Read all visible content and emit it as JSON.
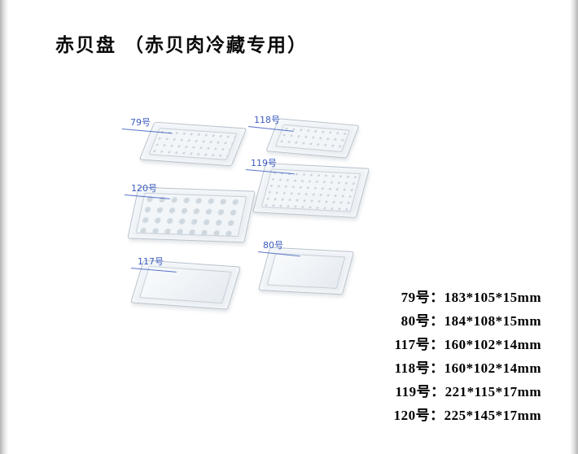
{
  "page": {
    "title": "赤贝盘 （赤贝肉冷藏专用）"
  },
  "colors": {
    "label_blue": "#3c5cc0",
    "text": "#000000"
  },
  "trays": [
    {
      "label": "79号"
    },
    {
      "label": "118号"
    },
    {
      "label": "119号"
    },
    {
      "label": "120号"
    },
    {
      "label": "80号"
    },
    {
      "label": "117号"
    }
  ],
  "specs": [
    {
      "label": "79号：",
      "size": "183*105*15mm"
    },
    {
      "label": "80号：",
      "size": "184*108*15mm"
    },
    {
      "label": "117号：",
      "size": "160*102*14mm"
    },
    {
      "label": "118号：",
      "size": "160*102*14mm"
    },
    {
      "label": "119号：",
      "size": "221*115*17mm"
    },
    {
      "label": "120号：",
      "size": "225*145*17mm"
    }
  ]
}
